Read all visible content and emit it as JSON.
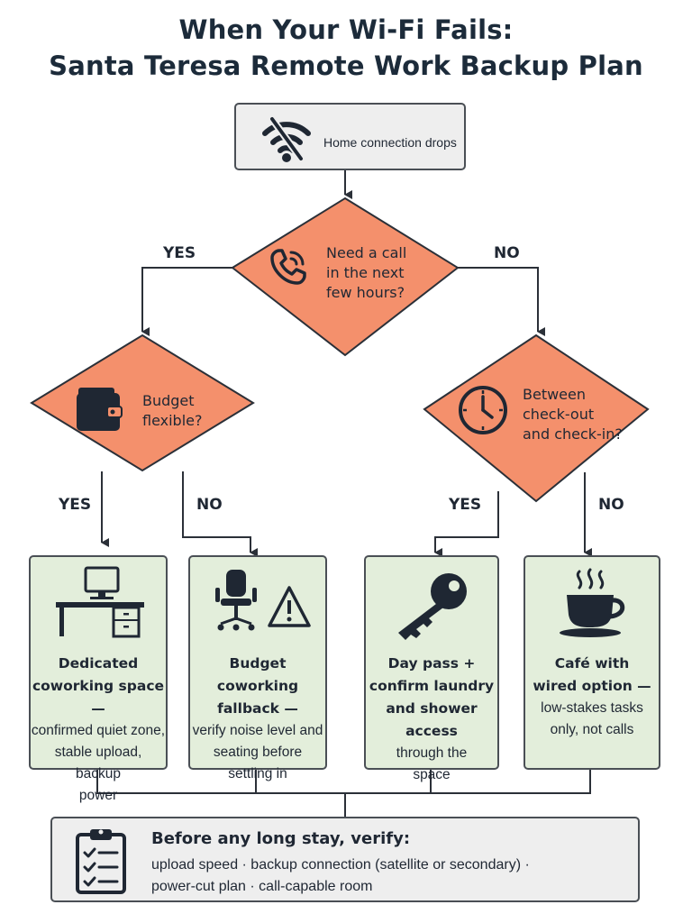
{
  "title": {
    "line1": "When Your Wi-Fi Fails:",
    "line2": "Santa Teresa Remote Work Backup Plan"
  },
  "start": {
    "label": "Home connection drops",
    "icon": "wifi-off-icon"
  },
  "decisions": {
    "call": {
      "line1": "Need a call",
      "line2": "in the next",
      "line3": "few hours?",
      "icon": "phone-icon"
    },
    "budget": {
      "line1": "Budget",
      "line2": "flexible?",
      "icon": "wallet-icon"
    },
    "between": {
      "line1": "Between",
      "line2": "check-out",
      "line3": "and check-in?",
      "icon": "clock-icon"
    }
  },
  "branches": {
    "yes": "YES",
    "no": "NO"
  },
  "outcomes": {
    "dedicated": {
      "title1": "Dedicated",
      "title2": "coworking space —",
      "detail1": "confirmed quiet zone,",
      "detail2": "stable upload, backup",
      "detail3": "power",
      "icon": "desk-computer-icon"
    },
    "budget_fallback": {
      "title1": "Budget",
      "title2": "coworking fallback —",
      "detail1": "verify noise level and",
      "detail2": "seating before",
      "detail3": "settling in",
      "icon": "office-chair-warning-icon"
    },
    "day_pass": {
      "title1": "Day pass +",
      "title2": "confirm laundry",
      "title3": "and shower access",
      "detail1": "through the",
      "detail2": "space",
      "icon": "key-icon"
    },
    "cafe": {
      "title1": "Café with",
      "title2": "wired option —",
      "detail1": "low-stakes tasks",
      "detail2": "only, not calls",
      "icon": "coffee-cup-icon"
    }
  },
  "checklist": {
    "title": "Before any long stay, verify:",
    "line1": "upload speed  ·  backup connection (satellite or secondary)  ·",
    "line2": "power-cut plan  ·  call-capable room",
    "icon": "clipboard-checklist-icon"
  },
  "colors": {
    "decision_fill": "#f4906c",
    "outcome_fill": "#e3eedb",
    "start_fill": "#eeeeee",
    "stroke": "#2b3038"
  }
}
